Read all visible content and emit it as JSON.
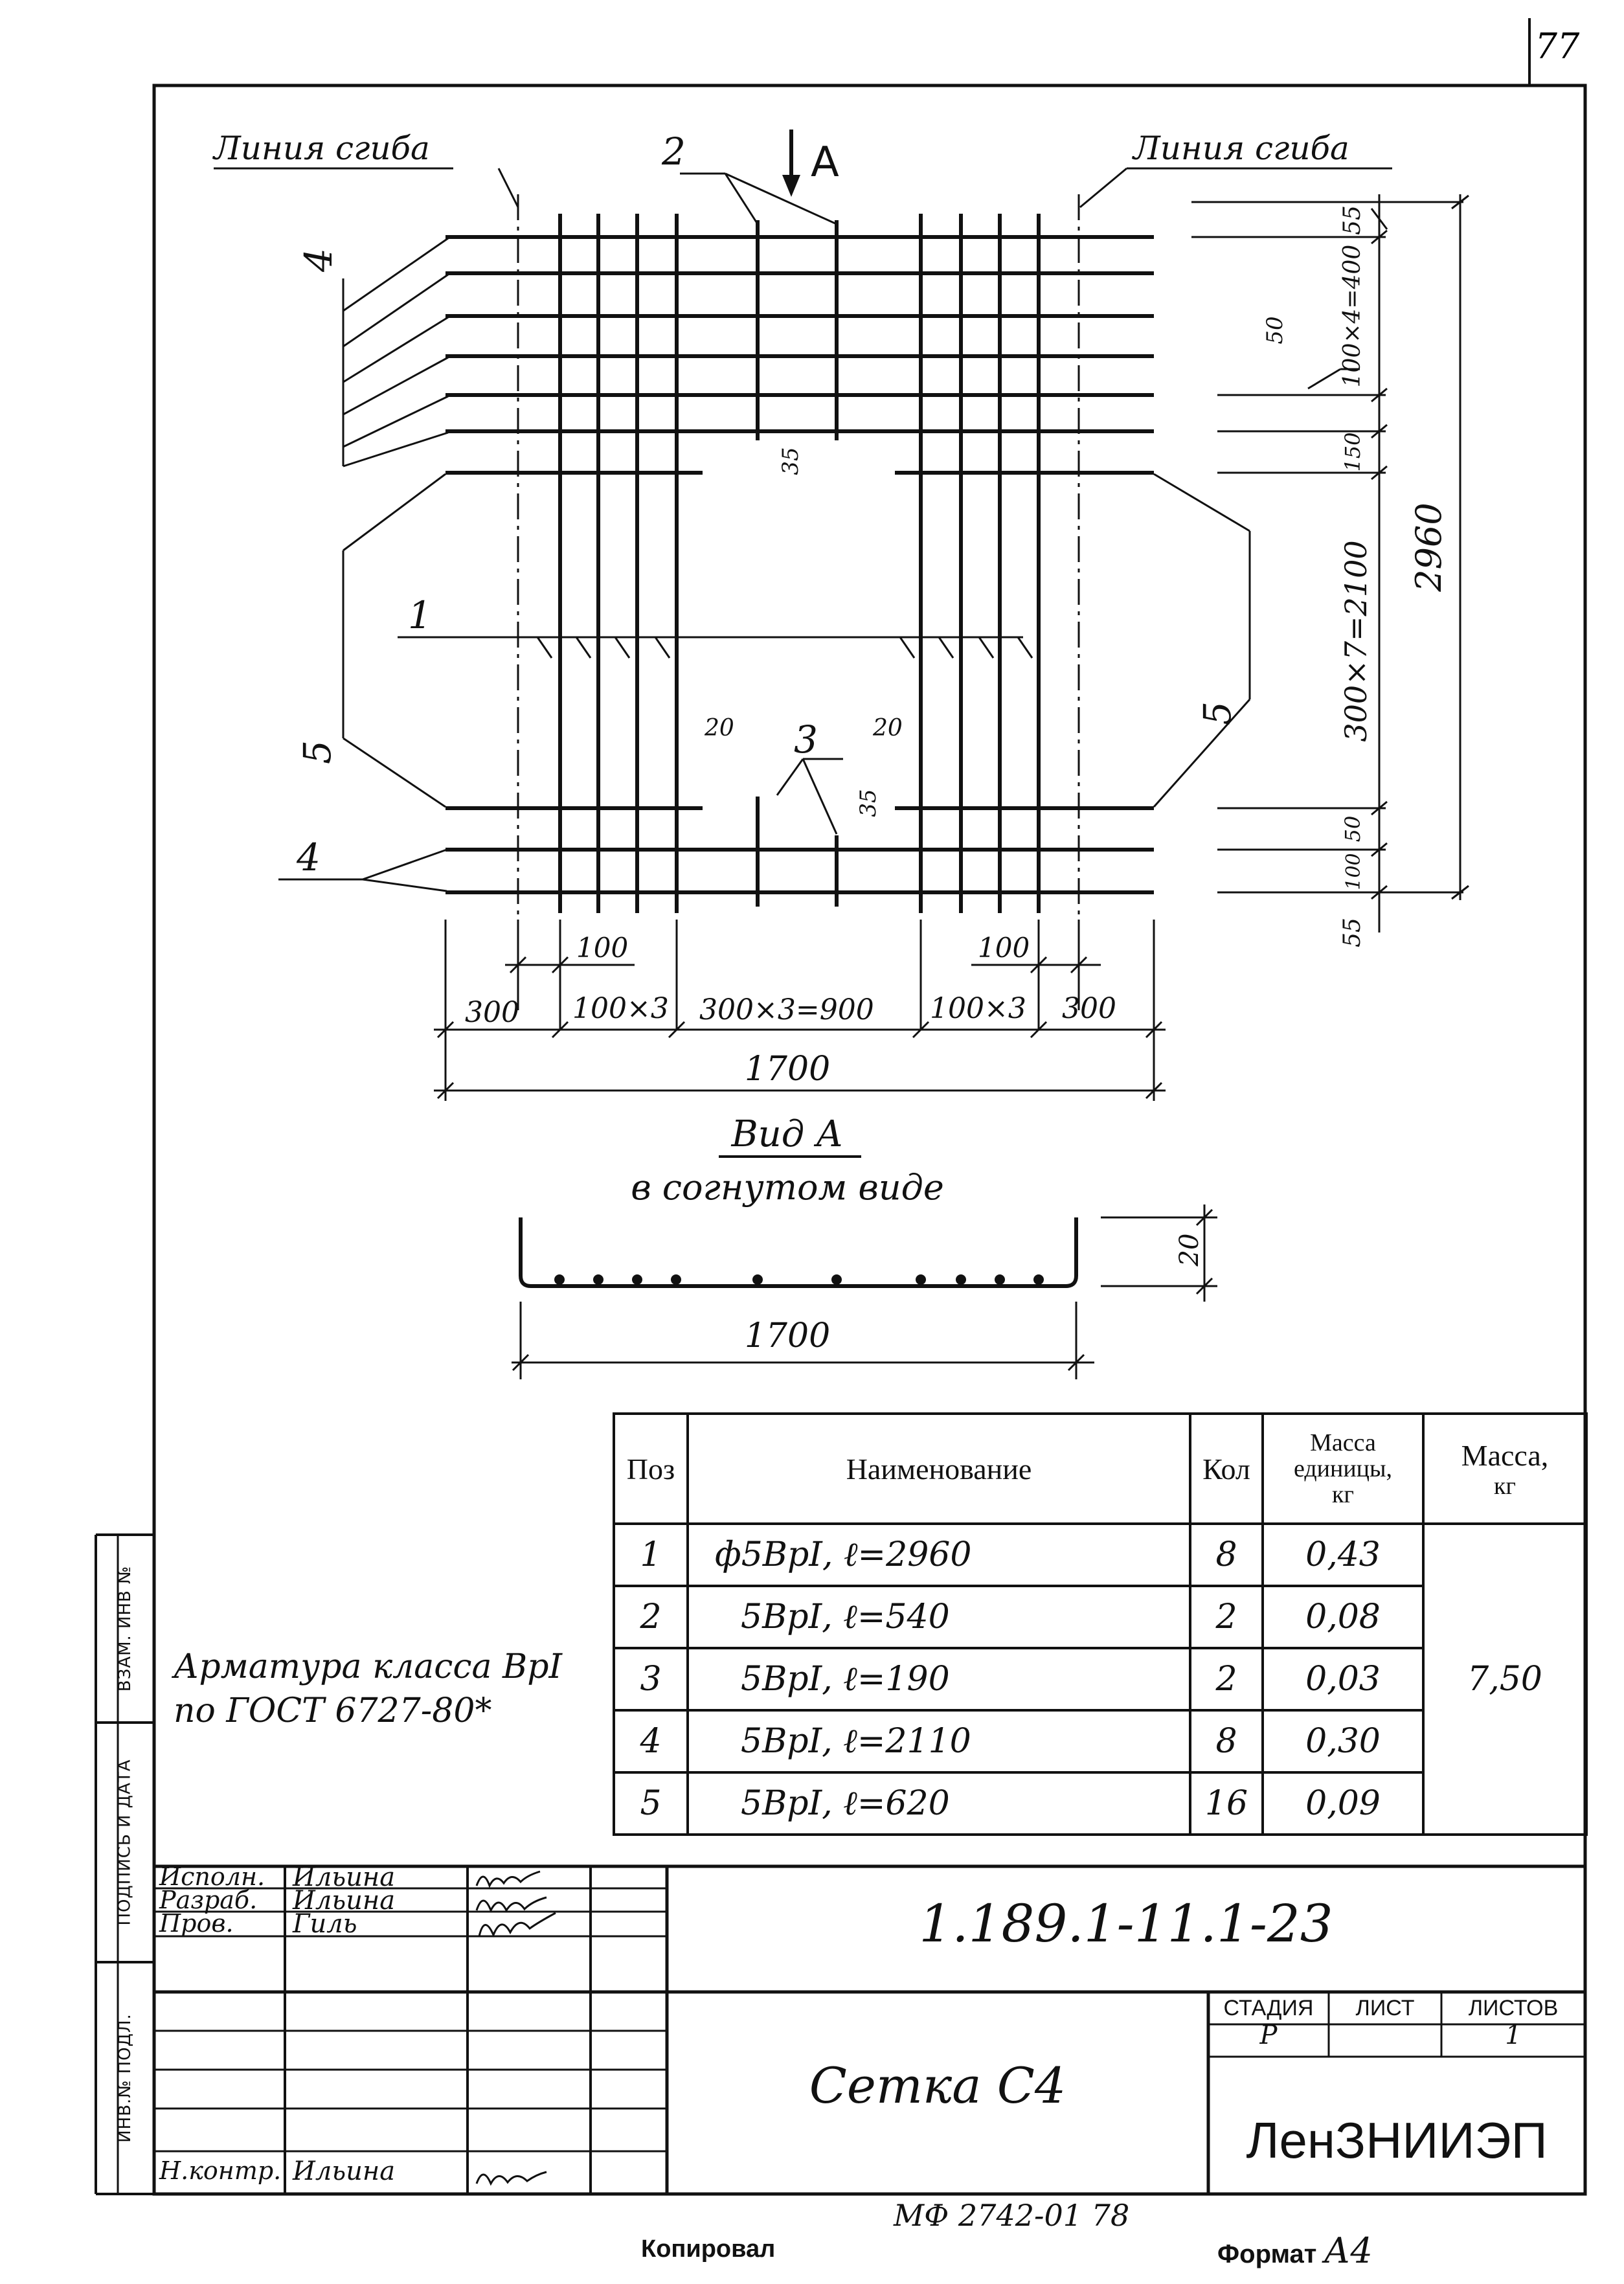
{
  "sheet_number": "77",
  "drawing": {
    "bend_line_label": "Линия сгиба",
    "arrow_label": "А",
    "pos_labels": [
      "1",
      "2",
      "3",
      "4",
      "4",
      "5",
      "5"
    ],
    "dims_vertical": [
      "55",
      "100×4=400",
      "50",
      "150",
      "300×7=2100",
      "50",
      "100",
      "55",
      "2960",
      "35",
      "35",
      "20",
      "20"
    ],
    "dims_horizontal": [
      "100",
      "100",
      "300",
      "100×3",
      "300×3=900",
      "100×3",
      "300",
      "1700"
    ],
    "view_title": "Вид А",
    "view_subtitle": "в согнутом виде",
    "view_dim_height": "20",
    "view_dim_width": "1700"
  },
  "note": {
    "line1": "Арматура класса ВрI",
    "line2": "по ГОСТ 6727-80*"
  },
  "spec_table": {
    "headers": {
      "pos": "Поз",
      "name": "Наименование",
      "qty": "Кол",
      "unit_mass_1": "Масса",
      "unit_mass_2": "единицы,",
      "unit_mass_3": "кг",
      "mass_1": "Масса,",
      "mass_2": "кг"
    },
    "rows": [
      {
        "pos": "1",
        "name": "ф5ВрI, ℓ=2960",
        "qty": "8",
        "unit_mass": "0,43"
      },
      {
        "pos": "2",
        "name": "5ВрI, ℓ=540",
        "qty": "2",
        "unit_mass": "0,08"
      },
      {
        "pos": "3",
        "name": "5ВрI, ℓ=190",
        "qty": "2",
        "unit_mass": "0,03"
      },
      {
        "pos": "4",
        "name": "5ВрI, ℓ=2110",
        "qty": "8",
        "unit_mass": "0,30"
      },
      {
        "pos": "5",
        "name": "5ВрI, ℓ=620",
        "qty": "16",
        "unit_mass": "0,09"
      }
    ],
    "total_mass": "7,50"
  },
  "side_stamps": [
    "ИНВ.№ ПОДЛ.",
    "ПОДПИСЬ И ДАТА",
    "ВЗАМ. ИНВ №"
  ],
  "title_block": {
    "roles": [
      "Исполн.",
      "Разраб.",
      "Пров.",
      "",
      "",
      "",
      "Н.контр."
    ],
    "names": [
      "Ильина",
      "Ильина",
      "Гиль",
      "",
      "",
      "",
      "Ильина"
    ],
    "doc_code": "1.189.1-11.1-23",
    "title": "Сетка С4",
    "stage_label": "СТАДИЯ",
    "sheet_label": "ЛИСТ",
    "sheets_label": "ЛИСТОВ",
    "stage": "Р",
    "sheet": "",
    "sheets": "1",
    "org": "ЛенЗНИИЭП"
  },
  "footer": {
    "code": "МФ 2742-01 78",
    "copied": "Копировал",
    "format_label": "Формат",
    "format_value": "А4"
  }
}
